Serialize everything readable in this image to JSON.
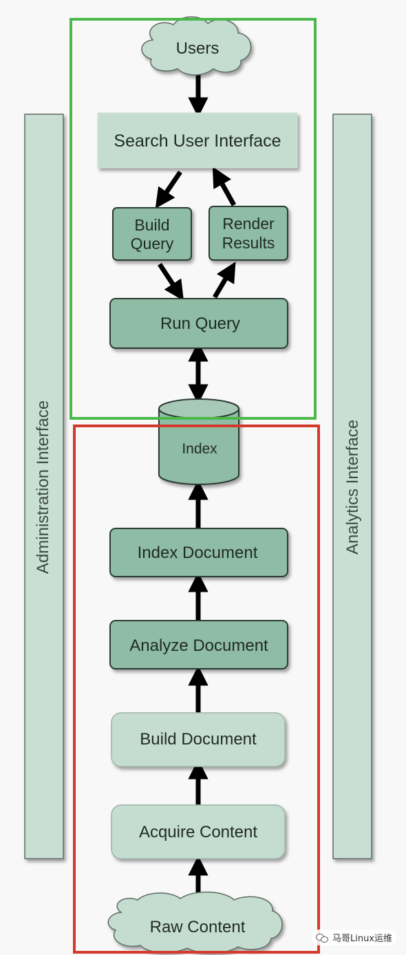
{
  "diagram": {
    "side_panels": {
      "left": "Administration Interface",
      "right": "Analytics Interface"
    },
    "search_group": {
      "users": "Users",
      "search_ui": "Search User Interface",
      "build_query": [
        "Build",
        "Query"
      ],
      "render_results": [
        "Render",
        "Results"
      ],
      "run_query": "Run Query"
    },
    "index": "Index",
    "indexing_group": {
      "index_document": "Index Document",
      "analyze_document": "Analyze Document",
      "build_document": "Build Document",
      "acquire_content": "Acquire Content",
      "raw_content": "Raw Content"
    },
    "colors": {
      "search_frame": "#4cb84a",
      "indexing_frame": "#d33a2c",
      "light_fill": "#c5ddd0",
      "dark_fill": "#8fbca5",
      "panel_fill": "#c9dfd3"
    }
  },
  "watermark": "马哥Linux运维"
}
